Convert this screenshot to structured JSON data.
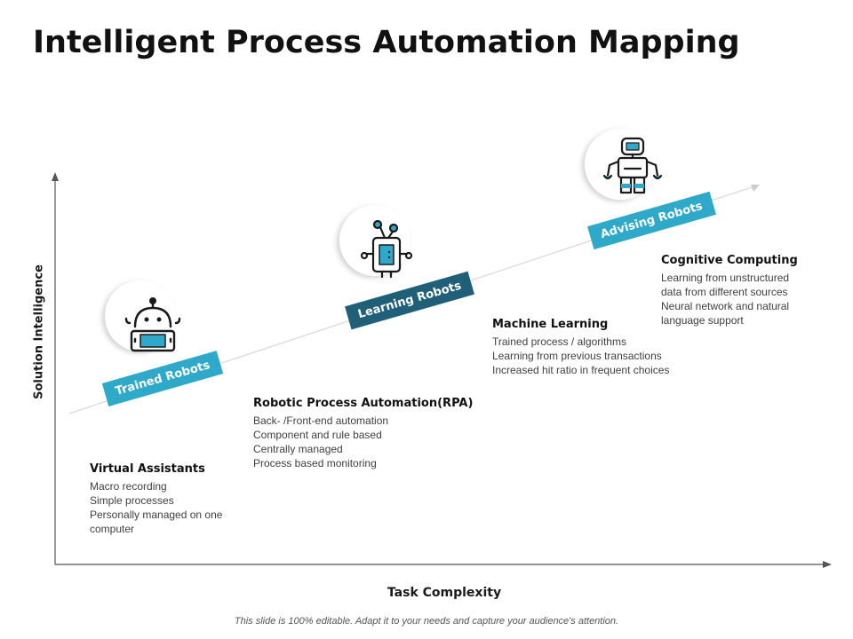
{
  "title": "Intelligent Process Automation Mapping",
  "axes": {
    "y_label": "Solution Intelligence",
    "x_label": "Task Complexity"
  },
  "stages": [
    {
      "ribbon": "Trained Robots",
      "icon": "robot-head-icon",
      "heading": "Virtual Assistants",
      "lines": [
        "Macro recording",
        "Simple processes",
        "Personally managed on one",
        "computer"
      ]
    },
    {
      "ribbon": "Learning Robots",
      "icon": "robot-antenna-icon",
      "heading": "Robotic Process Automation(RPA)",
      "lines": [
        "Back- /Front-end automation",
        "Component and rule based",
        "Centrally managed",
        "Process based monitoring"
      ]
    },
    {
      "ribbon": "Advising Robots",
      "icon": "humanoid-robot-icon",
      "heading": "Machine Learning",
      "lines": [
        "Trained  process / algorithms",
        "Learning from previous  transactions",
        "Increased  hit ratio in frequent choices"
      ]
    },
    {
      "heading": "Cognitive Computing",
      "lines": [
        "Learning from unstructured",
        "data from different  sources",
        "Neural network and natural",
        "language support"
      ]
    }
  ],
  "colors": {
    "accent_light": "#2ea9c9",
    "accent_dark": "#1f5f78",
    "axis": "#555555",
    "text": "#1a1a1a"
  },
  "footer": "This slide is 100% editable. Adapt it to your needs and capture your audience's attention."
}
